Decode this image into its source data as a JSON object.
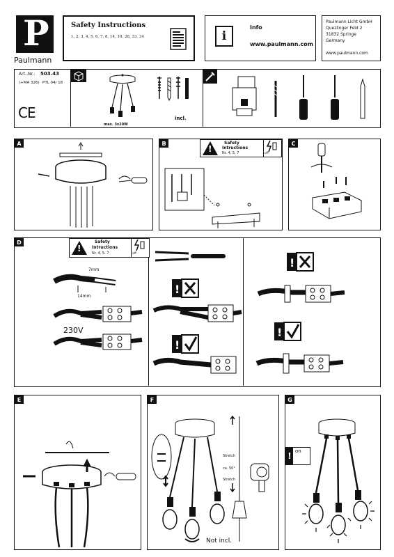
{
  "brand": {
    "name": "Paulmann",
    "logo_letter": "P"
  },
  "safety": {
    "title": "Safety  Instructions",
    "pages": "1, 2, 3, 4, 5, 6, 7, 8, 14, 19, 28, 33, 34"
  },
  "info": {
    "label": "Info",
    "url": "www.paulmann.com",
    "icon_letter": "i"
  },
  "address": {
    "line1": "Paulmann Licht GmbH",
    "line2": "Quezlinger Feld 2",
    "line3": "31832 Springe",
    "line4": "Germany",
    "web": "www.paulmann.com"
  },
  "article": {
    "art_label": "Art.-Nr.:",
    "art_no": "503.43",
    "ma": "(+MA 326)",
    "ptl": "PTL 04/ 18",
    "ce": "CE",
    "max_watt": "max. 3x20W",
    "incl": "incl."
  },
  "panels": {
    "a": "A",
    "b": "B",
    "c": "C",
    "d": "D",
    "e": "E",
    "f": "F",
    "g": "G"
  },
  "warning": {
    "line1": "Safety",
    "line2": "Intructions",
    "nr": "Nr. 4, 5, 7",
    "off": "off"
  },
  "warning_d": {
    "line1": "Safety",
    "line2": "Intructions",
    "nr": "Nr. 4, 5, 7",
    "off": "off"
  },
  "wiring": {
    "mm7": "7mm",
    "mm14": "14mm",
    "voltage": "230V"
  },
  "panel_f": {
    "stretch_top": "Stretch",
    "temp": "ca. 50°",
    "stretch_bottom": "Stretch",
    "not_incl": "Not incl."
  },
  "panel_g": {
    "on": "on"
  }
}
